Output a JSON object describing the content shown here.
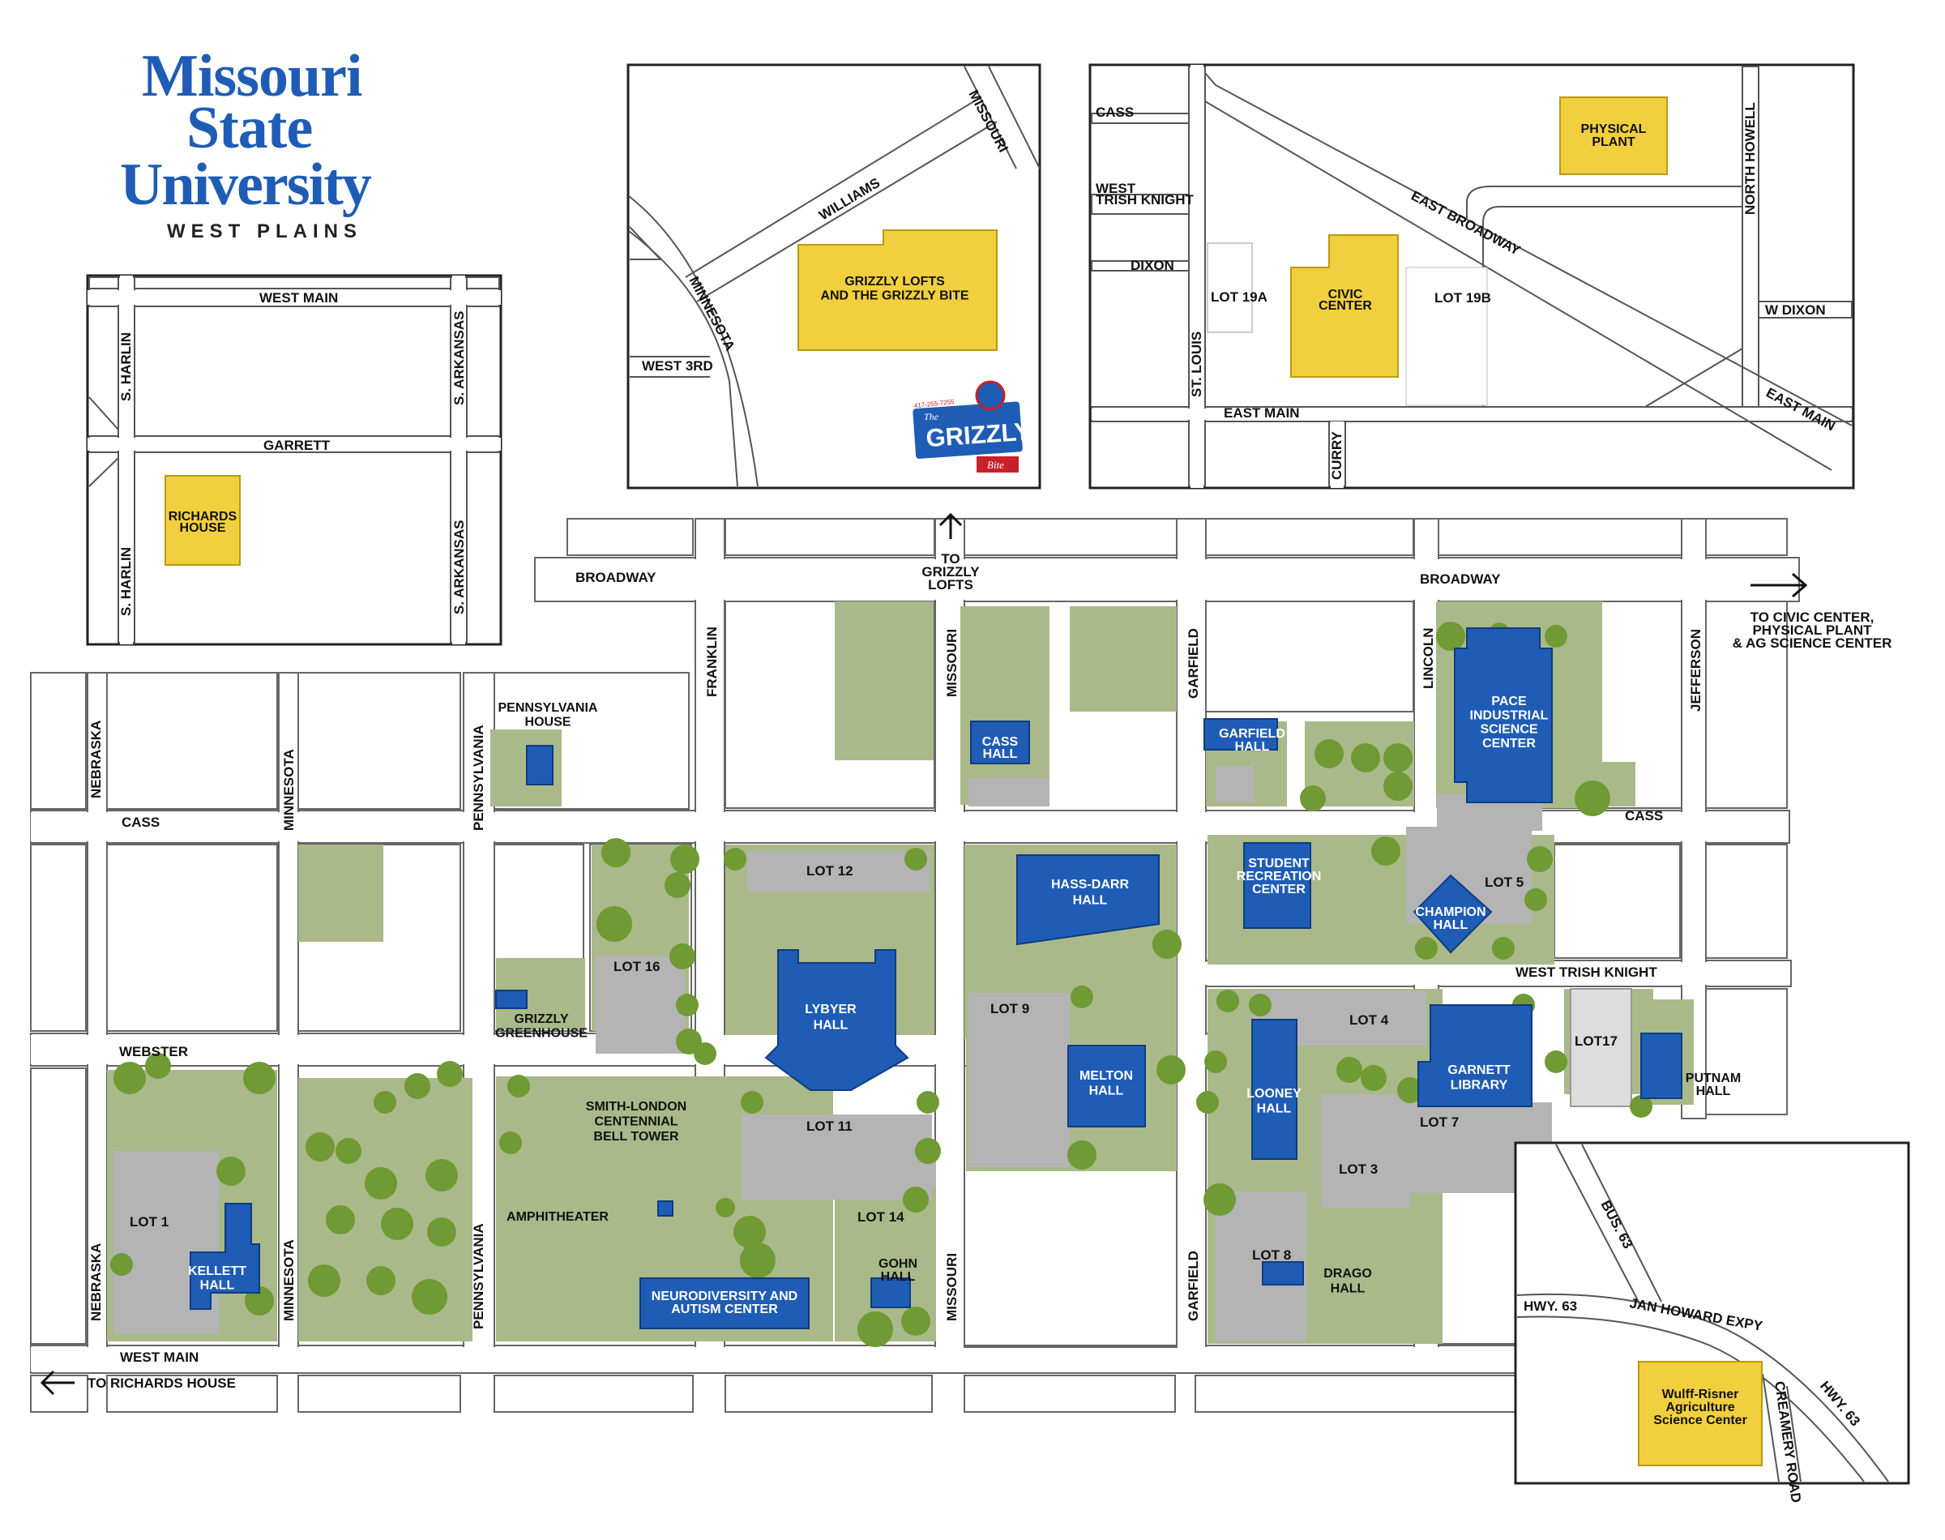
{
  "logo": {
    "line1": "Missouri",
    "line2": "State",
    "line3": "University",
    "sub": "WEST PLAINS",
    "brand_color": "#1f5cb5"
  },
  "colors": {
    "building": "#1f5cb5",
    "highlight_building": "#f2cf3e",
    "grass": "#a9b98a",
    "parking": "#b4b4b4",
    "tree": "#6f9a34"
  },
  "inset_richards": {
    "streets": {
      "west_main": "WEST MAIN",
      "garrett": "GARRETT",
      "harlin_top": "S. HARLIN",
      "harlin_bottom": "S. HARLIN",
      "arkansas_top": "S. ARKANSAS",
      "arkansas_bottom": "S. ARKANSAS"
    },
    "building": "RICHARDS\nHOUSE"
  },
  "inset_grizzly": {
    "streets": {
      "missouri": "MISSOURI",
      "williams": "WILLIAMS",
      "minnesota": "MINNESOTA",
      "west3rd": "WEST 3RD"
    },
    "building": "GRIZZLY LOFTS\nAND THE GRIZZLY BITE",
    "logo_text": "GRIZZLY",
    "logo_small": "The",
    "logo_sub": "Bite",
    "logo_phone": "417-255-7255"
  },
  "inset_civic": {
    "streets": {
      "cass": "CASS",
      "west_trish": "WEST\nTRISH KNIGHT",
      "dixon": "DIXON",
      "st_louis": "ST. LOUIS",
      "east_main": "EAST MAIN",
      "curry": "CURRY",
      "east_broadway": "EAST BROADWAY",
      "north_howell": "NORTH HOWELL",
      "w_dixon": "W DIXON",
      "east_main2": "EAST MAIN"
    },
    "lot19a": "LOT 19A",
    "lot19b": "LOT 19B",
    "civic": "CIVIC\nCENTER",
    "plant": "PHYSICAL\nPLANT"
  },
  "inset_ag": {
    "streets": {
      "bus63": "BUS. 63",
      "hwy63a": "HWY. 63",
      "jan": "JAN HOWARD EXPY",
      "creamery": "CREAMERY ROAD",
      "hwy63b": "HWY. 63"
    },
    "building": "Wulff-Risner\nAgriculture\nScience Center"
  },
  "streets": {
    "broadway_w": "BROADWAY",
    "broadway_e": "BROADWAY",
    "cass_w": "CASS",
    "cass_e": "CASS",
    "webster": "WEBSTER",
    "west_main": "WEST MAIN",
    "west_trish": "WEST TRISH KNIGHT",
    "nebraska_top": "NEBRASKA",
    "nebraska_bottom": "NEBRASKA",
    "minnesota_top": "MINNESOTA",
    "minnesota_bottom": "MINNESOTA",
    "pennsylvania_top": "PENNSYLVANIA",
    "pennsylvania_bottom": "PENNSYLVANIA",
    "franklin": "FRANKLIN",
    "missouri_top": "MISSOURI",
    "missouri_bottom": "MISSOURI",
    "garfield_top": "GARFIELD",
    "garfield_bottom": "GARFIELD",
    "lincoln": "LINCOLN",
    "jefferson": "JEFFERSON"
  },
  "directions": {
    "grizzly": "TO\nGRIZZLY\nLOFTS",
    "civic": "TO CIVIC CENTER,\nPHYSICAL PLANT\n& AG SCIENCE CENTER",
    "richards": "TO RICHARDS HOUSE"
  },
  "buildings": {
    "pennsylvania_house": "PENNSYLVANIA\nHOUSE",
    "cass_hall": "CASS\nHALL",
    "garfield_hall": "GARFIELD\nHALL",
    "pace": "PACE\nINDUSTRIAL\nSCIENCE\nCENTER",
    "hass_darr": "HASS-DARR\nHALL",
    "student_rec": "STUDENT\nRECREATION\nCENTER",
    "champion": "CHAMPION\nHALL",
    "lybyer": "LYBYER\nHALL",
    "grizzly_greenhouse": "GRIZZLY\nGREENHOUSE",
    "melton": "MELTON\nHALL",
    "looney": "LOONEY\nHALL",
    "garnett": "GARNETT\nLIBRARY",
    "putnam": "PUTNAM\nHALL",
    "bell_tower": "SMITH-LONDON\nCENTENNIAL\nBELL TOWER",
    "amphitheater": "AMPHITHEATER",
    "neurodiversity": "NEURODIVERSITY AND\nAUTISM CENTER",
    "gohn": "GOHN\nHALL",
    "kellett": "KELLETT\nHALL",
    "drago": "DRAGO\nHALL"
  },
  "lots": {
    "lot1": "LOT 1",
    "lot3": "LOT 3",
    "lot4": "LOT 4",
    "lot5": "LOT 5",
    "lot7": "LOT 7",
    "lot8": "LOT 8",
    "lot9": "LOT 9",
    "lot11": "LOT 11",
    "lot12": "LOT 12",
    "lot14": "LOT 14",
    "lot16": "LOT 16",
    "lot17": "LOT17"
  }
}
